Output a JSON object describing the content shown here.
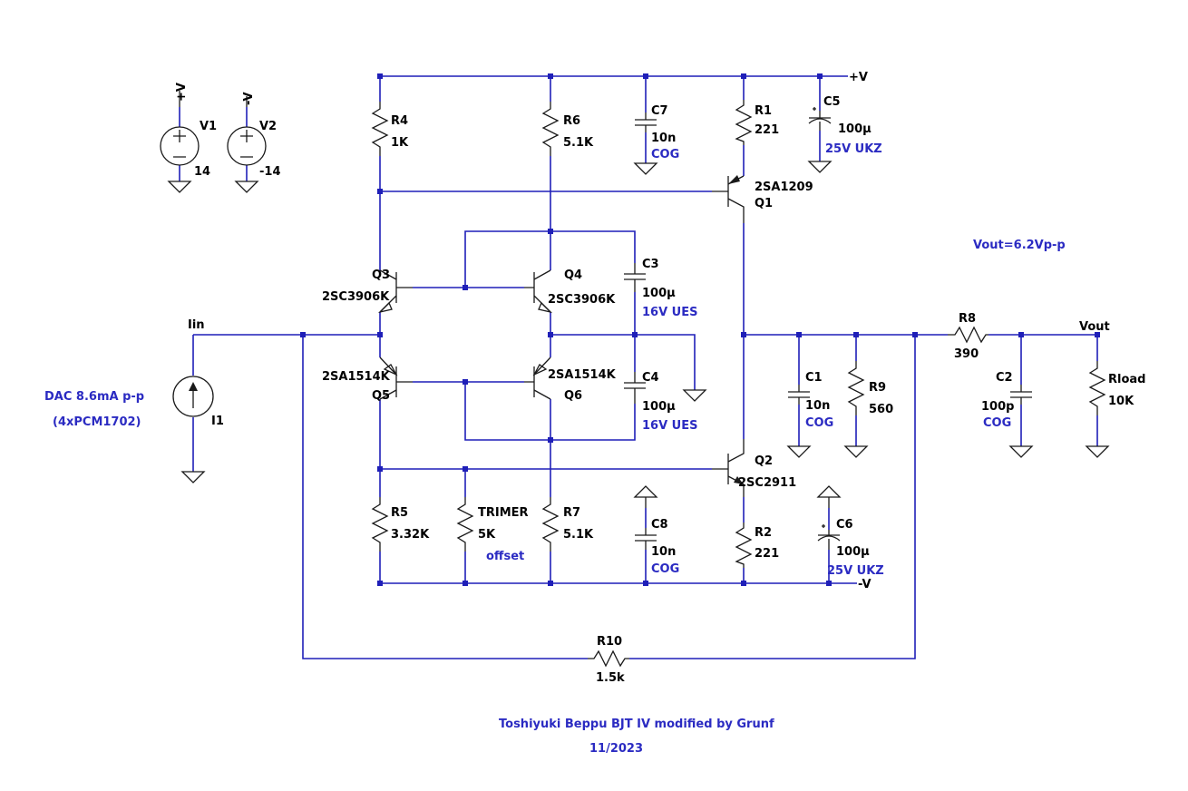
{
  "schematic": {
    "rails": {
      "pos": "+V",
      "neg": "-V"
    },
    "nodes": {
      "input": "Iin",
      "output": "Vout"
    },
    "sources": [
      {
        "ref": "V1",
        "value": "14",
        "rail": "+V"
      },
      {
        "ref": "V2",
        "value": "-14",
        "rail": "-V"
      },
      {
        "ref": "I1"
      }
    ],
    "resistors": [
      {
        "ref": "R1",
        "value": "221"
      },
      {
        "ref": "R2",
        "value": "221"
      },
      {
        "ref": "R4",
        "value": "1K"
      },
      {
        "ref": "R5",
        "value": "3.32K"
      },
      {
        "ref": "R6",
        "value": "5.1K"
      },
      {
        "ref": "R7",
        "value": "5.1K"
      },
      {
        "ref": "R8",
        "value": "390"
      },
      {
        "ref": "R9",
        "value": "560"
      },
      {
        "ref": "R10",
        "value": "1.5k"
      },
      {
        "ref": "Rload",
        "value": "10K"
      },
      {
        "ref": "TRIMER",
        "value": "5K",
        "note": "offset"
      }
    ],
    "capacitors": [
      {
        "ref": "C1",
        "value": "10n",
        "note": "COG"
      },
      {
        "ref": "C2",
        "value": "100p",
        "note": "COG"
      },
      {
        "ref": "C3",
        "value": "100µ",
        "note": "16V UES"
      },
      {
        "ref": "C4",
        "value": "100µ",
        "note": "16V UES"
      },
      {
        "ref": "C5",
        "value": "100µ",
        "note": "25V UKZ"
      },
      {
        "ref": "C6",
        "value": "100µ",
        "note": "25V UKZ"
      },
      {
        "ref": "C7",
        "value": "10n",
        "note": "COG"
      },
      {
        "ref": "C8",
        "value": "10n",
        "note": "COG"
      }
    ],
    "transistors": [
      {
        "ref": "Q1",
        "part": "2SA1209"
      },
      {
        "ref": "Q2",
        "part": "2SC2911"
      },
      {
        "ref": "Q3",
        "part": "2SC3906K"
      },
      {
        "ref": "Q4",
        "part": "2SC3906K"
      },
      {
        "ref": "Q5",
        "part": "2SA1514K"
      },
      {
        "ref": "Q6",
        "part": "2SA1514K"
      }
    ],
    "notes": {
      "dac_line1": "DAC  8.6mA p-p",
      "dac_line2": "(4xPCM1702)",
      "vout_spec": "Vout=6.2Vp-p",
      "title_line1": "Toshiyuki Beppu BJT IV modified by Grunf",
      "title_line2": "11/2023"
    }
  }
}
